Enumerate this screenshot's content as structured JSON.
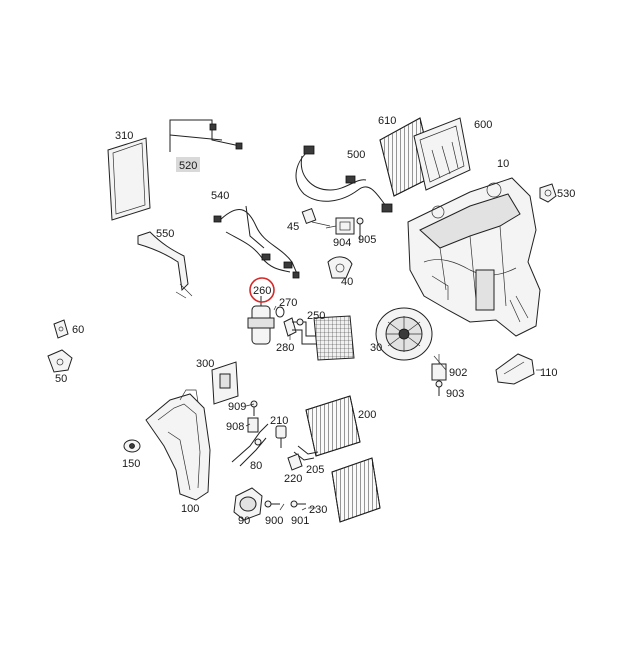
{
  "labels": {
    "p310": "310",
    "p520": "520",
    "p540": "540",
    "p550": "550",
    "p500": "500",
    "p45": "45",
    "p904": "904",
    "p905": "905",
    "p40": "40",
    "p610": "610",
    "p600": "600",
    "p10": "10",
    "p530": "530",
    "p260": "260",
    "p270": "270",
    "p250": "250",
    "p280": "280",
    "p60": "60",
    "p50": "50",
    "p30": "30",
    "p902": "902",
    "p903": "903",
    "p110": "110",
    "p300": "300",
    "p909": "909",
    "p908": "908",
    "p210": "210",
    "p200": "200",
    "p150": "150",
    "p80": "80",
    "p205": "205",
    "p220": "220",
    "p100": "100",
    "p90": "90",
    "p900": "900",
    "p901": "901",
    "p230": "230"
  },
  "highlight": {
    "label": "p260",
    "color": "#d62828"
  },
  "colors": {
    "badge_520_fill": "#d9d9d9"
  }
}
